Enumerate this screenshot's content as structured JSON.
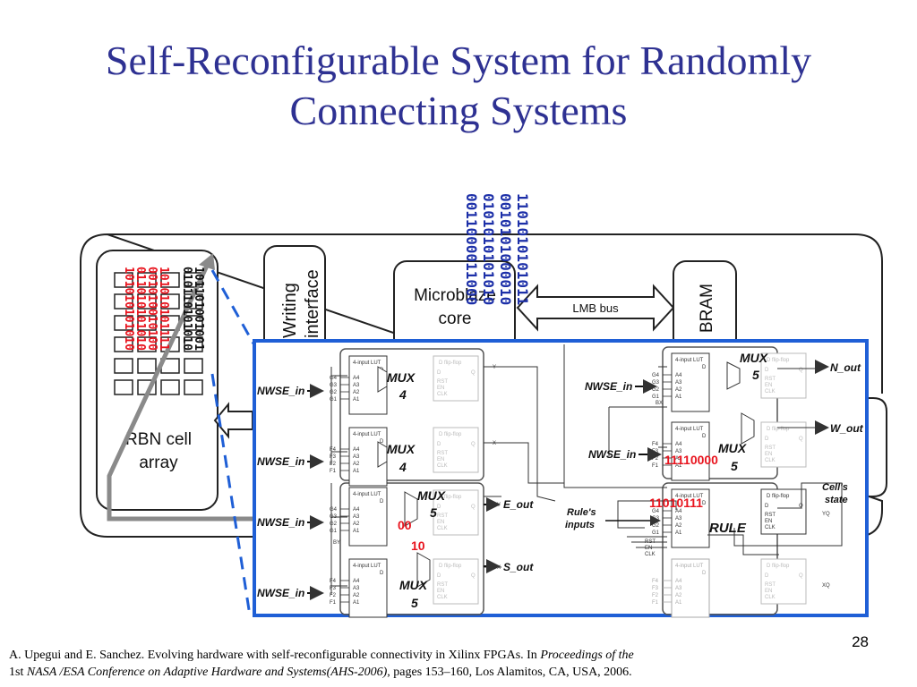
{
  "slide": {
    "title_line1": "Self-Reconfigurable System for Randomly",
    "title_line2": "Connecting Systems",
    "slide_number": "28"
  },
  "citation": {
    "text_a": "A. Upegui and E. Sanchez. Evolving hardware with self-reconfigurable connectivity in Xilinx FPGAs. In ",
    "italic_a": "Proceedings of the",
    "text_b": "1st ",
    "italic_b": "NASA /ESA Conference on Adaptive Hardware and Systems(AHS-2006)",
    "text_c": ", pages 153–160, Los Alamitos, CA, USA, 2006."
  },
  "system": {
    "rbn_label_1": "RBN cell",
    "rbn_label_2": "array",
    "writing_1": "Writing",
    "writing_2": "interface",
    "micro_1": "Microblaze",
    "micro_2": "core",
    "lmb_bus": "LMB bus",
    "bram": "BRAM"
  },
  "bitstreams": {
    "top": [
      "1101010101011",
      "0010101000010",
      "0101010101010",
      "0011000011000"
    ],
    "left_black": [
      "101101001001",
      "010110101010",
      "001101001101",
      "101101010101"
    ],
    "left_red": [
      "101010101111",
      "001010010100",
      "011010101010",
      "101010101010"
    ]
  },
  "cell": {
    "nwse_in": "NWSE_in",
    "mux4": "MUX",
    "mux4_num": "4",
    "mux5": "MUX",
    "mux5_num": "5",
    "e_out": "E_out",
    "s_out": "S_out",
    "n_out": "N_out",
    "w_out": "W_out",
    "rules_inputs_1": "Rule's",
    "rules_inputs_2": "inputs",
    "cells_state_1": "Cell's",
    "cells_state_2": "state",
    "rule": "RULE",
    "red_00": "00",
    "red_10": "10",
    "red_11110000": "11110000",
    "red_11010111": "11010111",
    "lut_label": "4-input LUT",
    "ff_label": "D flip-flop",
    "pins_g": [
      "G4",
      "G3",
      "G2",
      "G1"
    ],
    "pins_f": [
      "F4",
      "F3",
      "F2",
      "F1"
    ],
    "pins_a": [
      "A4",
      "A3",
      "A2",
      "A1"
    ],
    "ff_pins": [
      "RST",
      "EN",
      "CLK"
    ],
    "sig_bx": "BX",
    "sig_by": "BY",
    "sig_y": "Y",
    "sig_x": "X",
    "sig_yq": "YQ",
    "sig_xq": "XQ",
    "sig_d": "D",
    "sig_q": "Q",
    "ctrl": [
      "RST",
      "EN",
      "CLK"
    ]
  },
  "colors": {
    "title": "#2e3192",
    "highlight_blue": "#1f5fd6",
    "red": "#e8141e",
    "bitstream_blue": "#1c2fa8"
  }
}
